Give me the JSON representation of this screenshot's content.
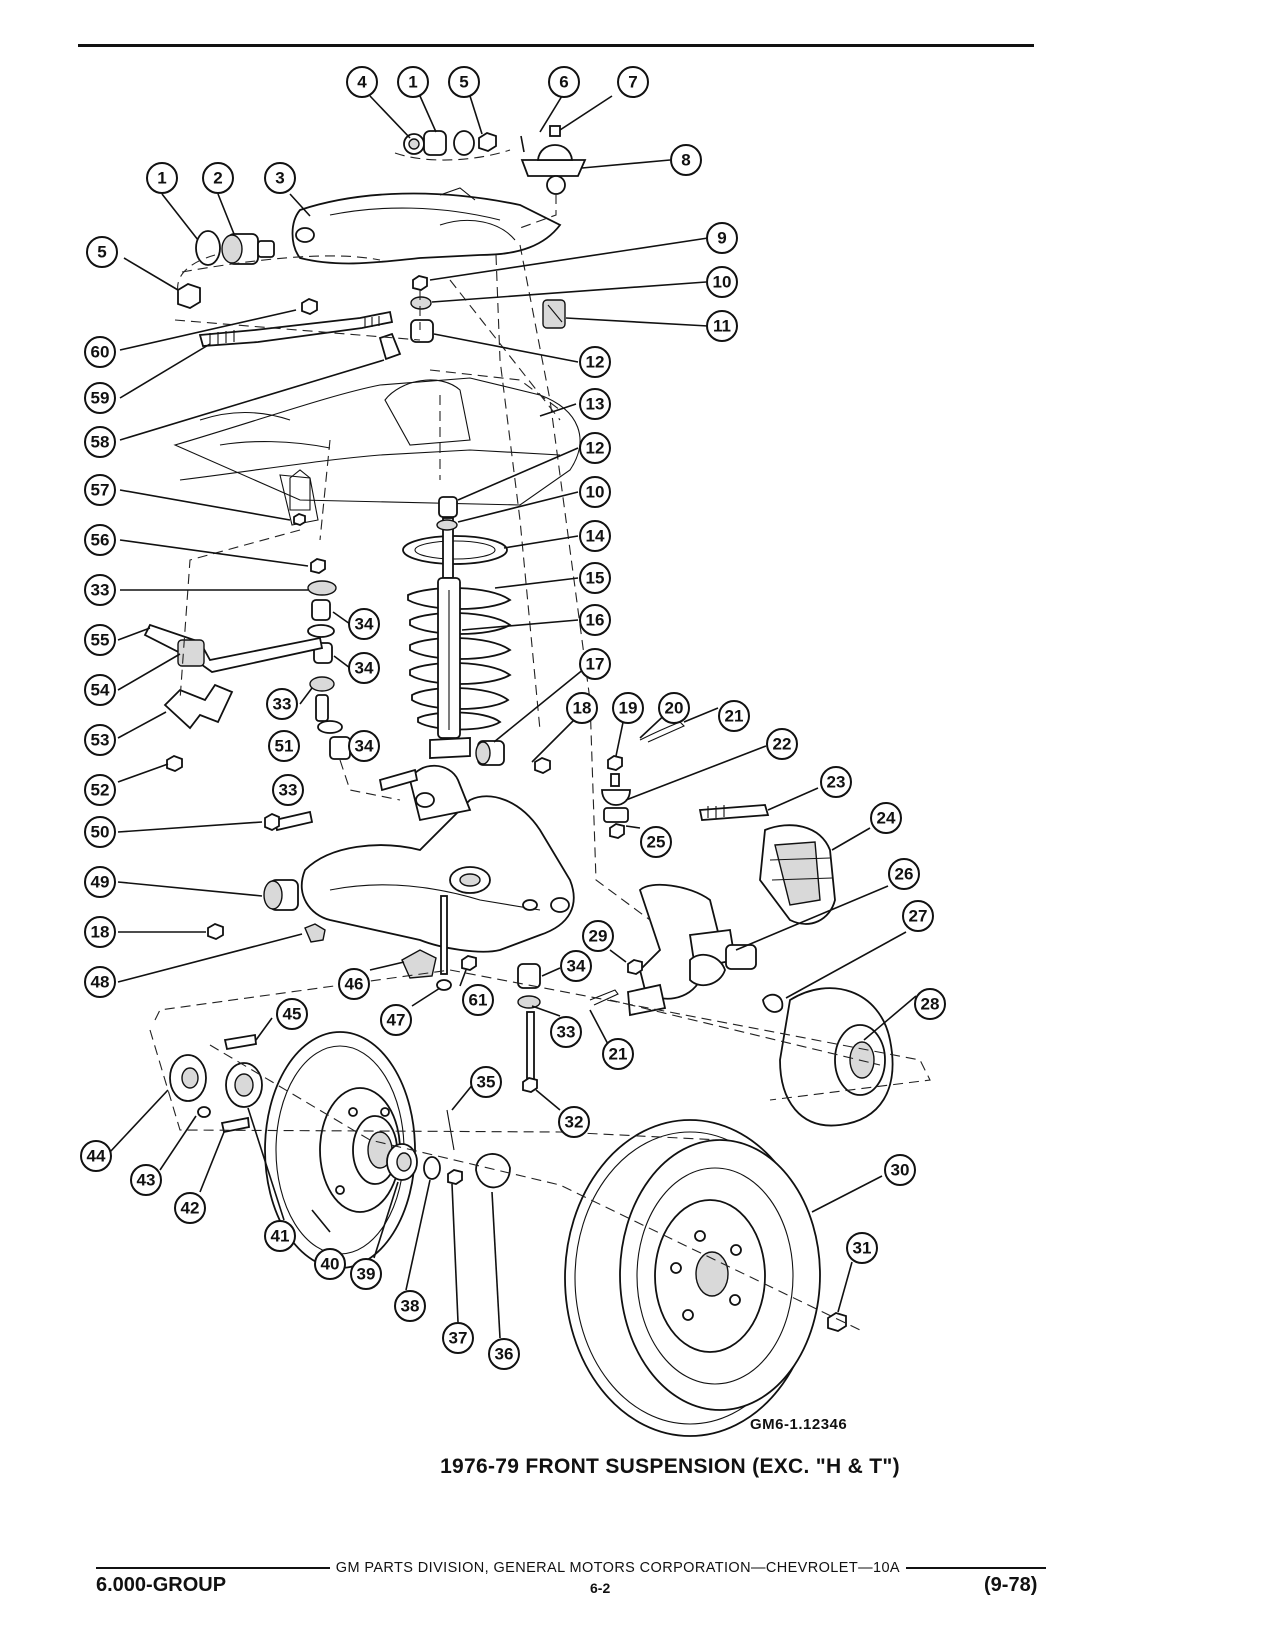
{
  "diagram": {
    "drawing_number": "GM6-1.12346",
    "caption": "1976-79 FRONT SUSPENSION (EXC. \"H & T\")",
    "callouts": [
      "4",
      "1",
      "5",
      "6",
      "7",
      "8",
      "1",
      "2",
      "3",
      "5",
      "9",
      "10",
      "11",
      "60",
      "12",
      "59",
      "58",
      "13",
      "12",
      "57",
      "10",
      "14",
      "56",
      "15",
      "33",
      "16",
      "34",
      "55",
      "34",
      "17",
      "54",
      "33",
      "18",
      "19",
      "20",
      "21",
      "53",
      "51",
      "34",
      "22",
      "52",
      "33",
      "23",
      "50",
      "24",
      "25",
      "49",
      "26",
      "18",
      "27",
      "48",
      "29",
      "34",
      "46",
      "61",
      "28",
      "47",
      "33",
      "21",
      "45",
      "44",
      "35",
      "43",
      "32",
      "42",
      "30",
      "41",
      "40",
      "31",
      "39",
      "38",
      "37",
      "36"
    ]
  },
  "footer": {
    "publisher": "GM PARTS DIVISION, GENERAL MOTORS CORPORATION—CHEVROLET—10A",
    "group": "6.000-GROUP",
    "page_number": "6-2",
    "revision": "(9-78)"
  }
}
